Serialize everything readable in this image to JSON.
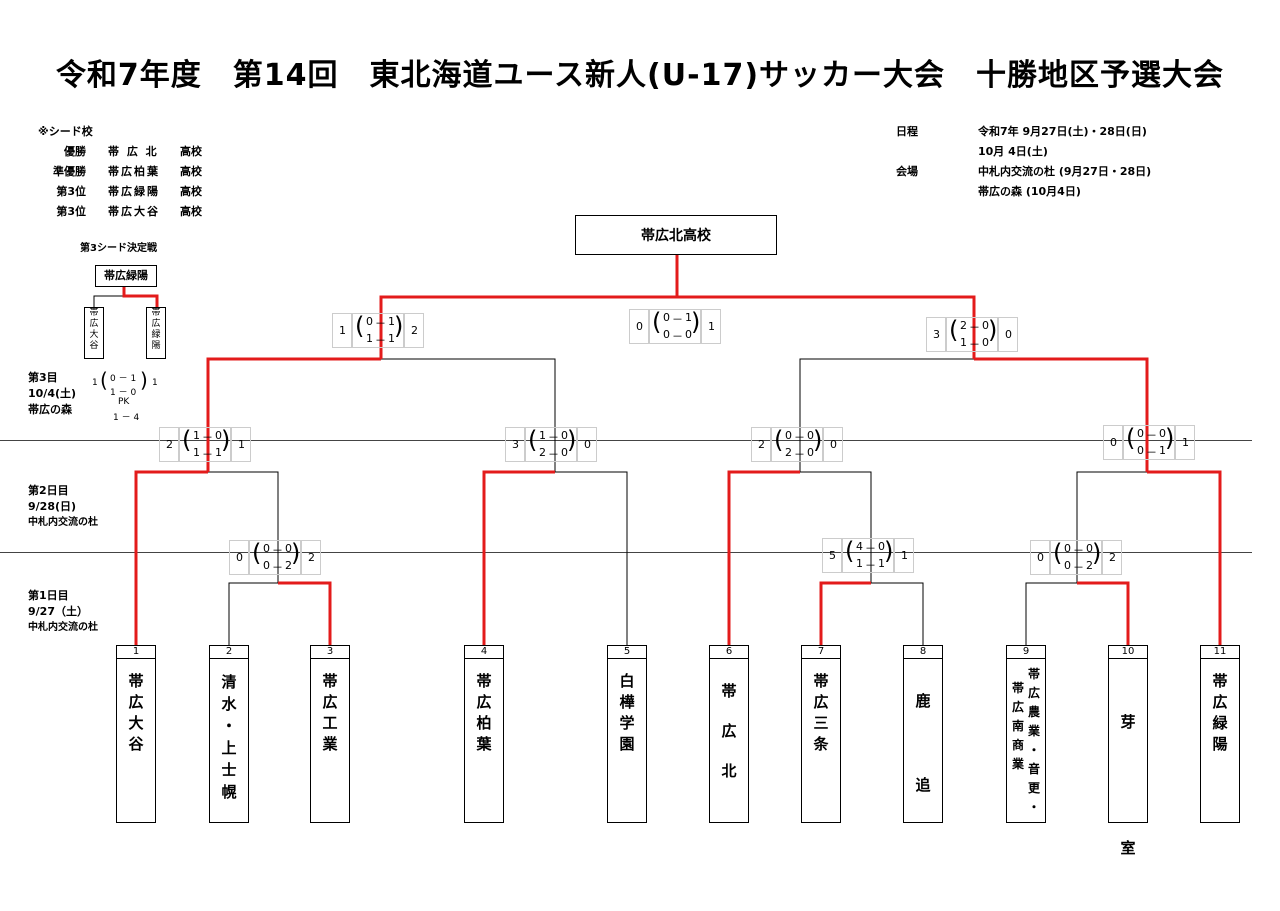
{
  "title": "令和7年度　第14回　東北海道ユース新人(U-17)サッカー大会　十勝地区予選大会",
  "seeds": {
    "heading": "※シード校",
    "rows": [
      {
        "place": "優勝",
        "school": "帯 広 北",
        "suffix": "高校"
      },
      {
        "place": "準優勝",
        "school": "帯広柏葉",
        "suffix": "高校"
      },
      {
        "place": "第3位",
        "school": "帯広緑陽",
        "suffix": "高校"
      },
      {
        "place": "第3位",
        "school": "帯広大谷",
        "suffix": "高校"
      }
    ]
  },
  "schedule": {
    "rows": [
      {
        "label": "日程",
        "value": "令和7年  9月27日(土)・28日(日)"
      },
      {
        "label": "",
        "value": "10月  4日(土)"
      },
      {
        "label": "会場",
        "value": "中札内交流の杜 (9月27日・28日)"
      },
      {
        "label": "",
        "value": "帯広の森 (10月4日)"
      }
    ]
  },
  "champion": "帯広北高校",
  "third_seed": {
    "heading": "第3シード決定戦",
    "winner": "帯広緑陽",
    "left": "帯広大谷",
    "right": "帯広緑陽",
    "score": {
      "l": "1",
      "h1": "0 － 1",
      "h2": "1 － 0",
      "r": "1",
      "pk_label": "PK",
      "pk": "1 － 4"
    }
  },
  "days": [
    {
      "label": "第3目",
      "date": "10/4(土)",
      "venue": "帯広の森"
    },
    {
      "label": "第2日目",
      "date": "9/28(日)",
      "venue": "中札内交流の杜"
    },
    {
      "label": "第1日目",
      "date": "9/27（土）",
      "venue": "中札内交流の杜"
    }
  ],
  "scores": [
    {
      "id": "final",
      "l": "0",
      "a1": "0",
      "b1": "1",
      "a2": "0",
      "b2": "0",
      "r": "1"
    },
    {
      "id": "sf1",
      "l": "1",
      "a1": "0",
      "b1": "1",
      "a2": "1",
      "b2": "1",
      "r": "2"
    },
    {
      "id": "sf2",
      "l": "3",
      "a1": "2",
      "b1": "0",
      "a2": "1",
      "b2": "0",
      "r": "0"
    },
    {
      "id": "qf1",
      "l": "2",
      "a1": "1",
      "b1": "0",
      "a2": "1",
      "b2": "1",
      "r": "1"
    },
    {
      "id": "qf2",
      "l": "3",
      "a1": "1",
      "b1": "0",
      "a2": "2",
      "b2": "0",
      "r": "0"
    },
    {
      "id": "qf3",
      "l": "2",
      "a1": "0",
      "b1": "0",
      "a2": "2",
      "b2": "0",
      "r": "0"
    },
    {
      "id": "qf4",
      "l": "0",
      "a1": "0",
      "b1": "0",
      "a2": "0",
      "b2": "1",
      "r": "1"
    },
    {
      "id": "r1a",
      "l": "0",
      "a1": "0",
      "b1": "0",
      "a2": "0",
      "b2": "2",
      "r": "2"
    },
    {
      "id": "r1b",
      "l": "5",
      "a1": "4",
      "b1": "0",
      "a2": "1",
      "b2": "1",
      "r": "1"
    },
    {
      "id": "r1c",
      "l": "0",
      "a1": "0",
      "b1": "0",
      "a2": "0",
      "b2": "2",
      "r": "2"
    }
  ],
  "teams": [
    {
      "num": "1",
      "name": "帯\n広\n大\n谷"
    },
    {
      "num": "2",
      "name": "清\n水\n・\n上\n士\n幌"
    },
    {
      "num": "3",
      "name": "帯\n広\n工\n業"
    },
    {
      "num": "4",
      "name": "帯\n広\n柏\n葉"
    },
    {
      "num": "5",
      "name": "白\n樺\n学\n園"
    },
    {
      "num": "6",
      "name": "帯\n広\n北"
    },
    {
      "num": "7",
      "name": "帯\n広\n三\n条"
    },
    {
      "num": "8",
      "name": "鹿\n追"
    },
    {
      "num": "9",
      "name_left": "帯\n広\n南\n商\n業",
      "name_right": "帯\n広\n農\n業\n・\n音\n更\n・"
    },
    {
      "num": "10",
      "name": "芽\n室"
    },
    {
      "num": "11",
      "name": "帯\n広\n緑\n陽"
    }
  ],
  "colors": {
    "win": "#e31b1b",
    "line": "#000000"
  }
}
